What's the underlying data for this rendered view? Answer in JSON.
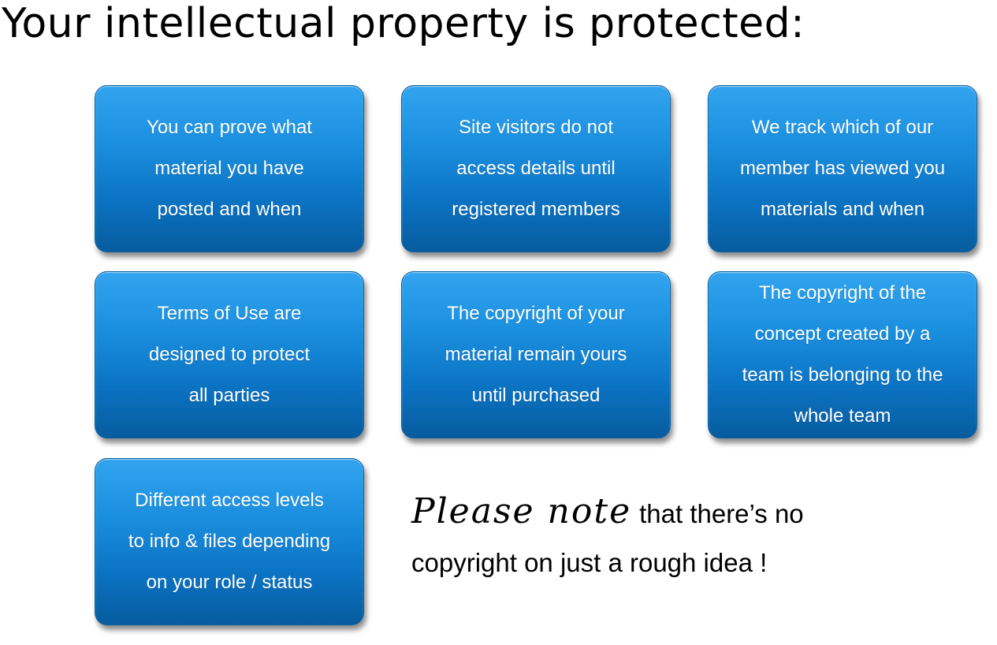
{
  "title": "Your intellectual property is protected:",
  "boxes": [
    {
      "lines": [
        "You can prove what",
        "material you have",
        "posted and when"
      ]
    },
    {
      "lines": [
        "Site visitors do not",
        "access details until",
        "registered members"
      ]
    },
    {
      "lines": [
        "We track which of our",
        "member has viewed you",
        "materials and when"
      ]
    },
    {
      "lines": [
        "Terms of Use are",
        "designed to protect",
        "all parties"
      ]
    },
    {
      "lines": [
        "The copyright of your",
        "material remain yours",
        "until purchased"
      ]
    },
    {
      "lines": [
        "The copyright of the",
        "concept created by a",
        "team is belonging to the",
        "whole team"
      ]
    },
    {
      "lines": [
        "Different access levels",
        "to info & files depending",
        "on your role / status"
      ]
    }
  ],
  "note": {
    "script": "Please note",
    "line1_rest": "that there’s no",
    "line2": "copyright on just a rough idea !"
  }
}
